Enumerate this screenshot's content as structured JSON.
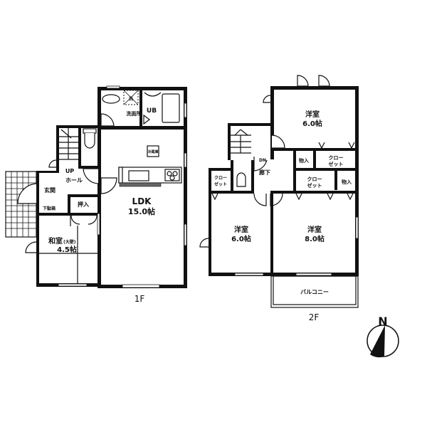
{
  "floor1": {
    "label": "1F",
    "rooms": {
      "ldk": {
        "name": "LDK",
        "size": "15.0帖"
      },
      "washroom": {
        "name": "洗面所"
      },
      "bath": {
        "name": "UB"
      },
      "hall": {
        "name": "ホール",
        "stair_dir": "UP"
      },
      "entrance": {
        "name": "玄関"
      },
      "shoe_box": {
        "name": "下駄箱"
      },
      "closet": {
        "name": "押入"
      },
      "japanese_room": {
        "name": "和室",
        "note": "(大壁)",
        "size": "4.5帖"
      },
      "fridge": {
        "name": "冷蔵庫"
      }
    }
  },
  "floor2": {
    "label": "2F",
    "rooms": {
      "western_top": {
        "name": "洋室",
        "size": "6.0帖"
      },
      "western_left": {
        "name": "洋室",
        "size": "6.0帖"
      },
      "western_right": {
        "name": "洋室",
        "size": "8.0帖"
      },
      "hallway": {
        "name": "廊下",
        "stair_dir": "DN"
      },
      "storage_1": {
        "name": "物入"
      },
      "storage_2": {
        "name": "物入"
      },
      "closet_top": {
        "line1": "クロー",
        "line2": "ゼット"
      },
      "closet_mid": {
        "line1": "クロー",
        "line2": "ゼット"
      },
      "closet_left": {
        "line1": "クロー",
        "line2": "ゼット"
      },
      "balcony": {
        "name": "バルコニー"
      }
    }
  },
  "compass": {
    "label": "N"
  },
  "colors": {
    "ink": "#111111",
    "paper": "#ffffff"
  }
}
